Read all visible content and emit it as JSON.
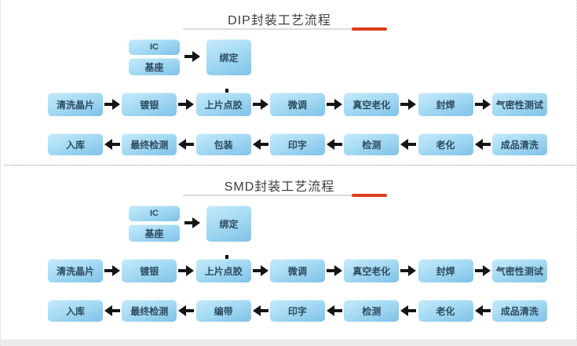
{
  "page": {
    "background": "#ffffff",
    "accent_red": "#dc3c1c",
    "title_underline_gray": "#dcdcdc",
    "box_gradient_top": "#c6eafa",
    "box_gradient_bottom": "#7fc2e7",
    "box_text_color": "#2e4a5e",
    "arrow_color": "#141414",
    "divider_style": "dotted-gray"
  },
  "sections": [
    {
      "id": "dip",
      "title": "DIP封装工艺流程",
      "inputs": [
        "IC",
        "基座"
      ],
      "bind_step": "绑定",
      "row1": [
        "清洗晶片",
        "镀银",
        "上片点胶",
        "微调",
        "真空老化",
        "封焊",
        "气密性测试"
      ],
      "row2": [
        "入库",
        "最终检测",
        "包装",
        "印字",
        "检测",
        "老化",
        "成品清洗"
      ]
    },
    {
      "id": "smd",
      "title": "SMD封装工艺流程",
      "inputs": [
        "IC",
        "基座"
      ],
      "bind_step": "绑定",
      "row1": [
        "清洗晶片",
        "镀银",
        "上片点胶",
        "微调",
        "真空老化",
        "封焊",
        "气密性测试"
      ],
      "row2": [
        "入库",
        "最终检测",
        "编带",
        "印字",
        "检测",
        "老化",
        "成品清洗"
      ]
    }
  ]
}
